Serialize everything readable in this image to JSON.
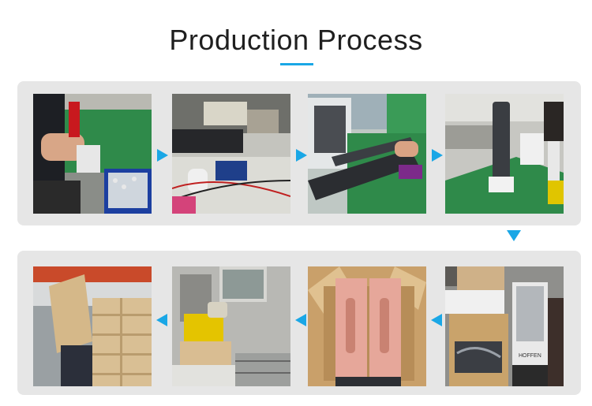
{
  "header": {
    "title": "Production Process"
  },
  "colors": {
    "accent": "#1aa7e6",
    "panel": "#e6e6e6"
  },
  "steps_row1": [
    {
      "scene": "worker-with-drill-at-green-conveyor"
    },
    {
      "scene": "gloved-hands-wiring-assembly-bench"
    },
    {
      "scene": "heater-units-wrapped-in-plastic"
    },
    {
      "scene": "heater-unit-upright-on-conveyor"
    }
  ],
  "steps_row2": [
    {
      "scene": "worker-carrying-stacked-boxes"
    },
    {
      "scene": "yellow-carton-taping-machine"
    },
    {
      "scene": "pink-product-boxes-in-carton"
    },
    {
      "scene": "worker-boxing-heaters-with-accessories"
    }
  ],
  "photo_text": {
    "box_brand": "HOFFEN"
  }
}
